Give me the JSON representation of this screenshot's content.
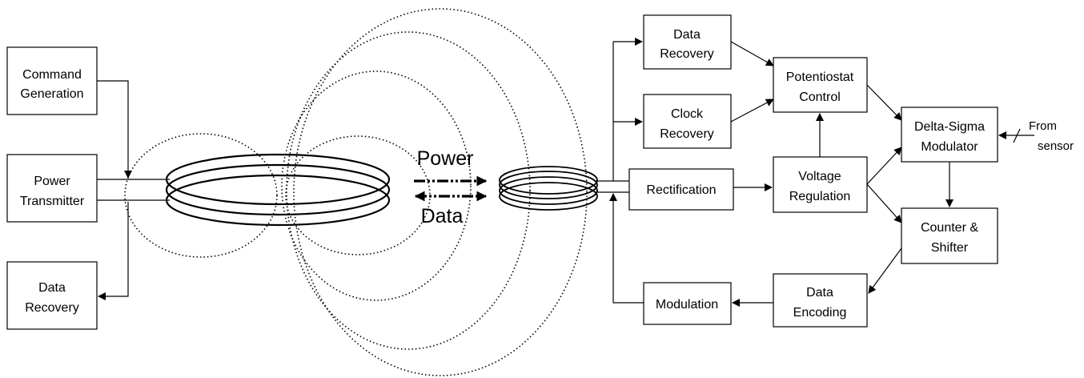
{
  "blocks": {
    "command_generation": [
      "Command",
      "Generation"
    ],
    "power_transmitter": [
      "Power",
      "Transmitter"
    ],
    "data_recovery_external": [
      "Data",
      "Recovery"
    ],
    "data_recovery_implant": [
      "Data",
      "Recovery"
    ],
    "clock_recovery": [
      "Clock",
      "Recovery"
    ],
    "rectification": "Rectification",
    "modulation": "Modulation",
    "potentiostat_control": [
      "Potentiostat",
      "Control"
    ],
    "voltage_regulation": [
      "Voltage",
      "Regulation"
    ],
    "delta_sigma_modulator": [
      "Delta-Sigma",
      "Modulator"
    ],
    "counter_shifter": [
      "Counter &",
      "Shifter"
    ],
    "data_encoding": [
      "Data",
      "Encoding"
    ]
  },
  "link": {
    "power": "Power",
    "data": "Data"
  },
  "sensor_input": [
    "From",
    "sensor"
  ]
}
